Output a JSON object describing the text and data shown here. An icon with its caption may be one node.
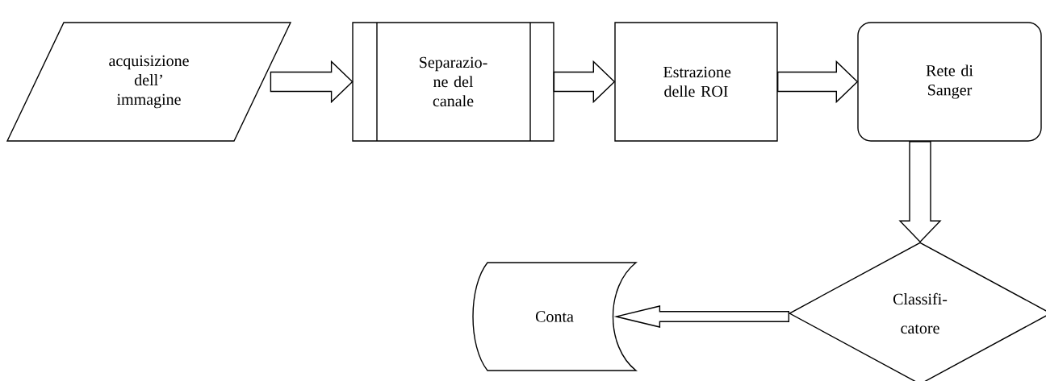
{
  "diagram": {
    "nodes": [
      {
        "text": [
          "acquisizione dell’ immagine"
        ]
      },
      {
        "text": [
          "Separazio-ne del canale"
        ]
      },
      {
        "text": [
          "Estrazione delle ROI"
        ]
      },
      {
        "text": [
          "Rete di Sanger"
        ]
      },
      {
        "text": [
          "Classifi-catore"
        ]
      },
      {
        "text": [
          "Conta"
        ]
      }
    ],
    "edges": [
      {
        "from": 0,
        "to": 1,
        "arrow": "to"
      },
      {
        "from": 1,
        "to": 2,
        "arrow": "to"
      },
      {
        "from": 2,
        "to": 3,
        "arrow": "to"
      },
      {
        "from": 3,
        "to": 4,
        "arrow": "to"
      },
      {
        "from": 4,
        "to": 5,
        "arrow": "to"
      }
    ]
  }
}
